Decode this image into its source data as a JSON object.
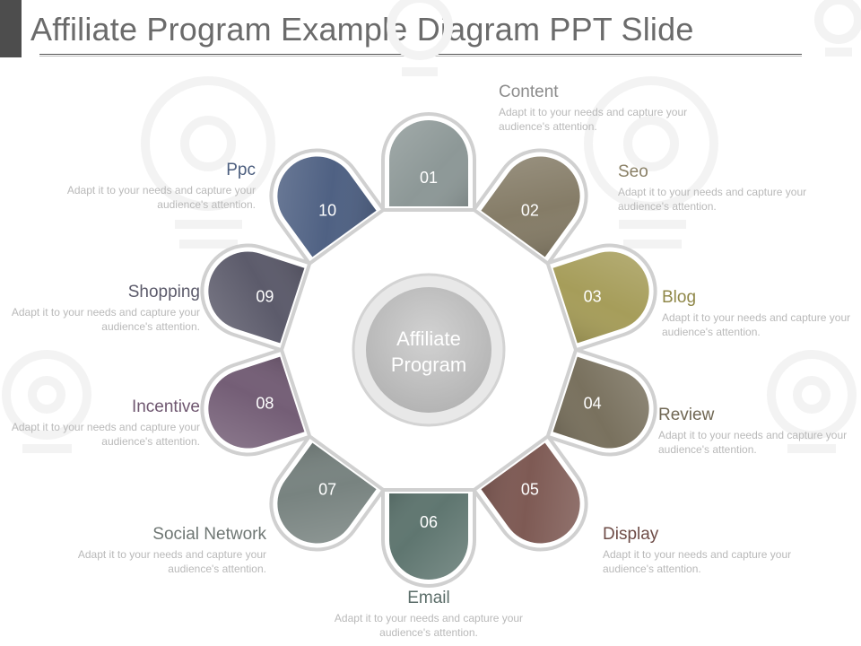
{
  "title": "Affiliate Program Example Diagram PPT Slide",
  "center": {
    "line1": "Affiliate",
    "line2": "Program"
  },
  "description": "Adapt it to your needs and capture your audience's attention.",
  "segments": [
    {
      "number": "01",
      "label": "Content",
      "color": "#8d9897",
      "label_color": "#8c8c8c"
    },
    {
      "number": "02",
      "label": "Seo",
      "color": "#857c67",
      "label_color": "#8a8066"
    },
    {
      "number": "03",
      "label": "Blog",
      "color": "#a69d5a",
      "label_color": "#8f8748"
    },
    {
      "number": "04",
      "label": "Review",
      "color": "#79715e",
      "label_color": "#706754"
    },
    {
      "number": "05",
      "label": "Display",
      "color": "#7e5a54",
      "label_color": "#6e4c47"
    },
    {
      "number": "06",
      "label": "Email",
      "color": "#5f7670",
      "label_color": "#5b6d69"
    },
    {
      "number": "07",
      "label": "Social Network",
      "color": "#788380",
      "label_color": "#6f7774"
    },
    {
      "number": "08",
      "label": "Incentive",
      "color": "#745e76",
      "label_color": "#6f5770"
    },
    {
      "number": "09",
      "label": "Shopping",
      "color": "#5c5b6b",
      "label_color": "#5c5b6b"
    },
    {
      "number": "10",
      "label": "Ppc",
      "color": "#4f6183",
      "label_color": "#4c5e7e"
    }
  ]
}
